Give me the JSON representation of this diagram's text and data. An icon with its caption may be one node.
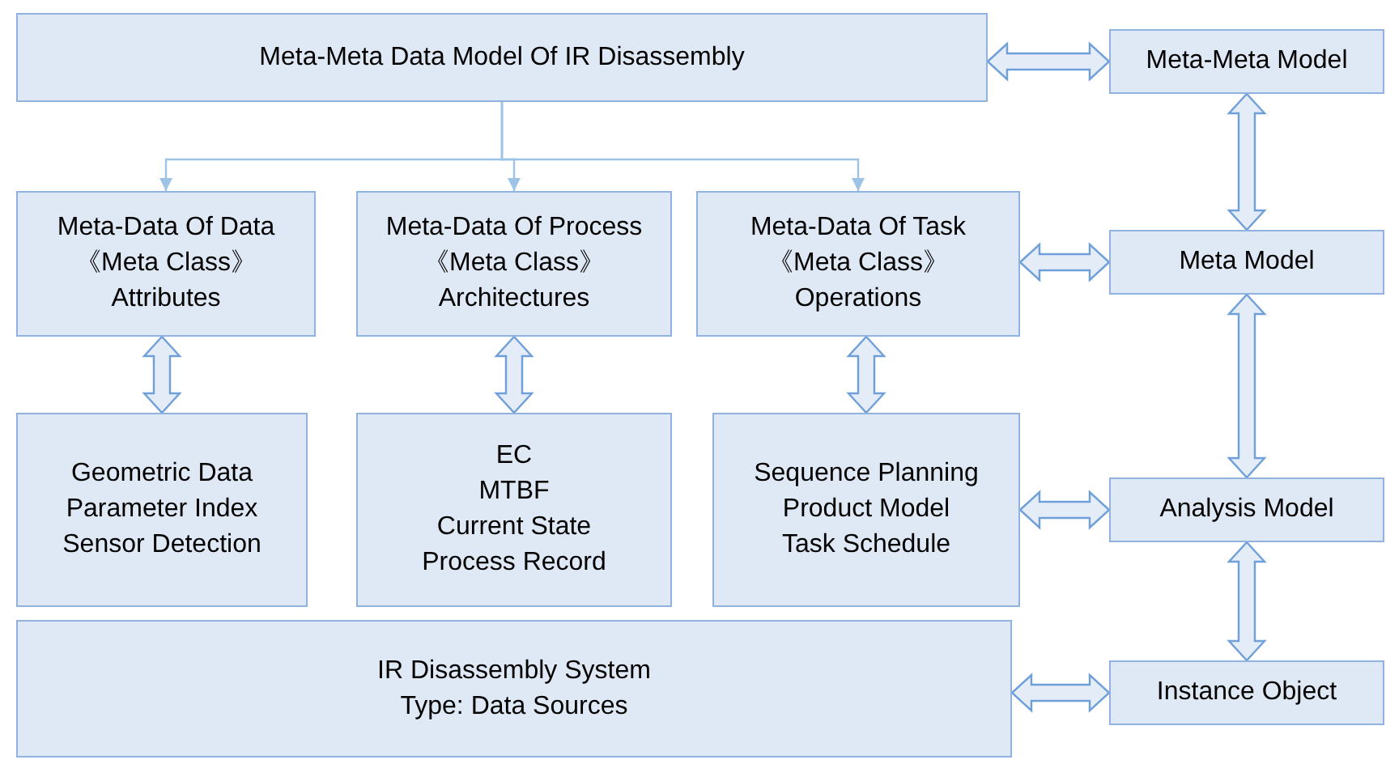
{
  "diagram": {
    "nodes": [
      {
        "text": [
          "Meta-Meta Data Model Of IR Disassembly"
        ]
      },
      {
        "text": [
          "Meta-Meta Model"
        ]
      },
      {
        "text": [
          "Meta-Data Of Data",
          "《Meta Class》",
          "Attributes"
        ]
      },
      {
        "text": [
          "Meta-Data Of Process",
          "《Meta Class》",
          "Architectures"
        ]
      },
      {
        "text": [
          "Meta-Data Of Task",
          "《Meta Class》",
          "Operations"
        ]
      },
      {
        "text": [
          "Meta Model"
        ]
      },
      {
        "text": [
          "Geometric Data",
          "Parameter Index",
          "Sensor Detection"
        ]
      },
      {
        "text": [
          "EC",
          "MTBF",
          "Current State",
          "Process Record"
        ]
      },
      {
        "text": [
          "Sequence Planning",
          "Product Model",
          "Task Schedule"
        ]
      },
      {
        "text": [
          "Analysis Model"
        ]
      },
      {
        "text": [
          "IR Disassembly System",
          "Type: Data Sources"
        ]
      },
      {
        "text": [
          "Instance Object"
        ]
      }
    ],
    "edges": [
      {
        "from": 0,
        "to": 1,
        "arrow": "both"
      },
      {
        "from": 1,
        "to": 5,
        "arrow": "both"
      },
      {
        "from": 0,
        "to": 2,
        "arrow": "to",
        "color": "#9dc3e6"
      },
      {
        "from": 0,
        "to": 3,
        "arrow": "to",
        "color": "#9dc3e6"
      },
      {
        "from": 0,
        "to": 4,
        "arrow": "to",
        "color": "#9dc3e6"
      },
      {
        "from": 4,
        "to": 5,
        "arrow": "both"
      },
      {
        "from": 2,
        "to": 6,
        "arrow": "both"
      },
      {
        "from": 3,
        "to": 7,
        "arrow": "both"
      },
      {
        "from": 4,
        "to": 8,
        "arrow": "both"
      },
      {
        "from": 5,
        "to": 9,
        "arrow": "both"
      },
      {
        "from": 8,
        "to": 9,
        "arrow": "both"
      },
      {
        "from": 9,
        "to": 11,
        "arrow": "both"
      },
      {
        "from": 10,
        "to": 11,
        "arrow": "both"
      }
    ]
  }
}
